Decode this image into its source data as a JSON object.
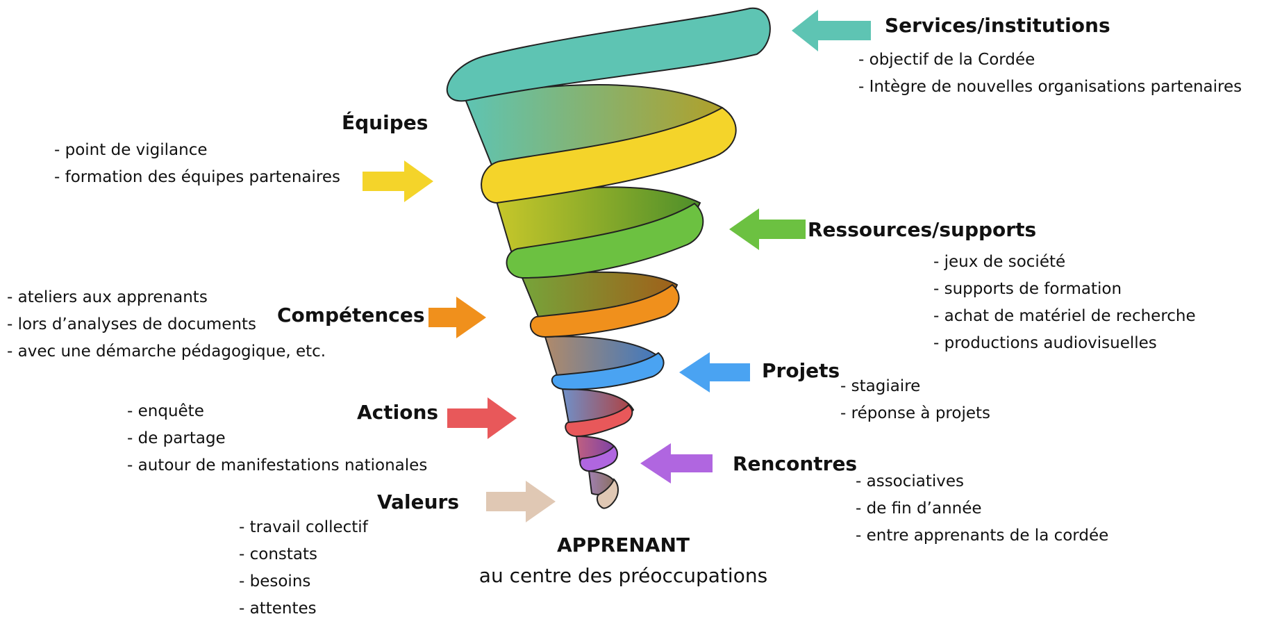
{
  "center": {
    "title": "APPRENANT",
    "subtitle": "au centre des préoccupations"
  },
  "levels": [
    {
      "id": "services",
      "title": "Services/institutions",
      "color": "#5ec4b3",
      "items": [
        "objectif de la Cordée",
        "Intègre de nouvelles organisations partenaires"
      ]
    },
    {
      "id": "equipes",
      "title": "Équipes",
      "color": "#f4d42a",
      "items": [
        "point de vigilance",
        "formation des équipes partenaires"
      ]
    },
    {
      "id": "ressources",
      "title": "Ressources/supports",
      "color": "#6cc141",
      "items": [
        "jeux de société",
        "supports de formation",
        "achat de matériel de recherche",
        "productions audiovisuelles"
      ]
    },
    {
      "id": "competences",
      "title": "Compétences",
      "color": "#f0901c",
      "items": [
        "ateliers aux apprenants",
        "lors d’analyses de documents",
        "avec une démarche pédagogique, etc."
      ]
    },
    {
      "id": "projets",
      "title": "Projets",
      "color": "#4aa3f2",
      "items": [
        "stagiaire",
        "réponse à projets"
      ]
    },
    {
      "id": "actions",
      "title": "Actions",
      "color": "#e8585a",
      "items": [
        "enquête",
        "de partage",
        "autour de manifestations nationales"
      ]
    },
    {
      "id": "rencontres",
      "title": "Rencontres",
      "color": "#b066e0",
      "items": [
        "associatives",
        "de fin d’année",
        "entre apprenants de la cordée"
      ]
    },
    {
      "id": "valeurs",
      "title": "Valeurs",
      "color": "#e0c8b4",
      "items": [
        "travail collectif",
        "constats",
        "besoins",
        "attentes"
      ]
    }
  ]
}
